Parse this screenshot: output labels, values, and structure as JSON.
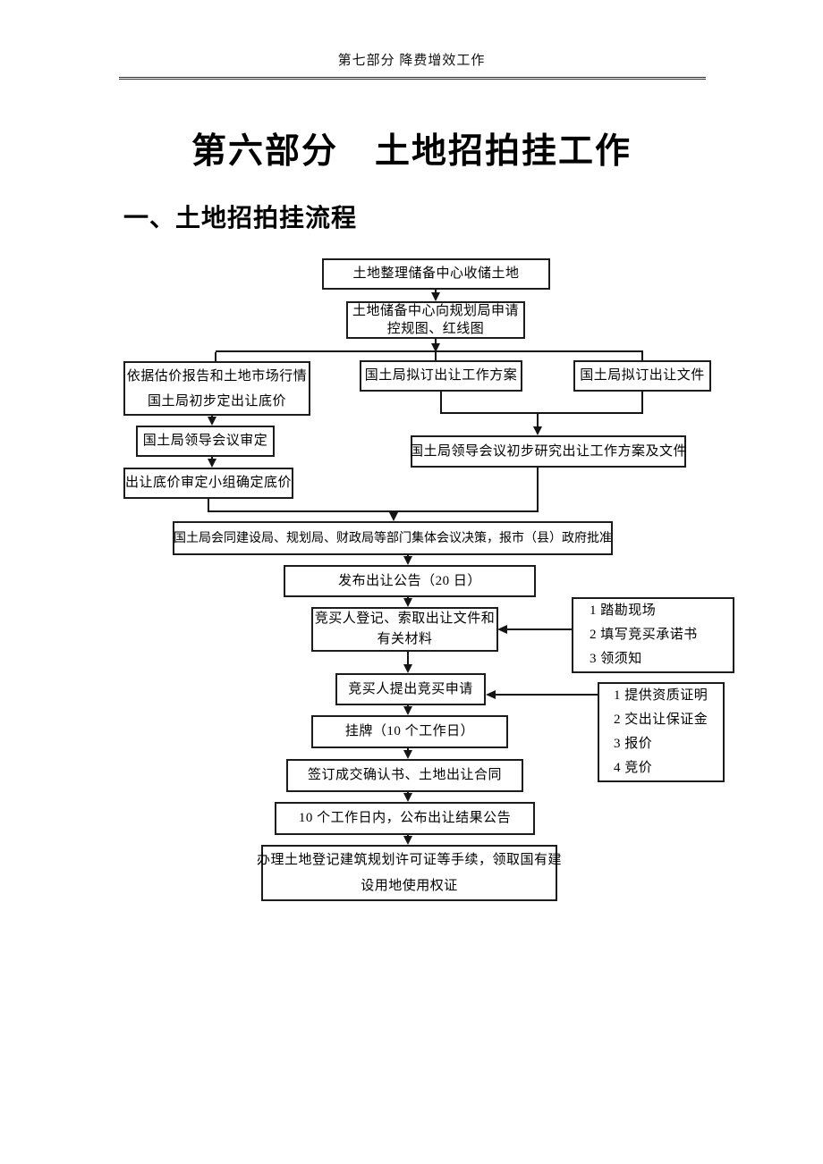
{
  "page": {
    "running_header": "第七部分 降费增效工作",
    "title": "第六部分　土地招拍挂工作",
    "section_heading": "一、土地招拍挂流程"
  },
  "colors": {
    "text": "#000000",
    "line": "#141414",
    "box_border": "#1c1c1c",
    "background": "#ffffff"
  },
  "flowchart": {
    "nodes": {
      "store_land": {
        "lines": [
          "土地整理储备中心收储土地"
        ]
      },
      "apply_maps": {
        "lines": [
          "土地储备中心向规划局申请",
          "控规图、红线图"
        ]
      },
      "set_base_price": {
        "lines": [
          "依据估价报告和土地市场行情",
          "国土局初步定出让底价"
        ]
      },
      "draft_work_plan": {
        "lines": [
          "国土局拟订出让工作方案"
        ]
      },
      "draft_documents": {
        "lines": [
          "国土局拟订出让文件"
        ]
      },
      "leader_review": {
        "lines": [
          "国土局领导会议审定"
        ]
      },
      "leader_study": {
        "lines": [
          "国土局领导会议初步研究出让工作方案及文件"
        ]
      },
      "confirm_base_price": {
        "lines": [
          "出让底价审定小组确定底价"
        ]
      },
      "joint_decision": {
        "lines": [
          "国土局会同建设局、规划局、财政局等部门集体会议决策，报市（县）政府批准"
        ]
      },
      "publish_notice": {
        "lines": [
          "发布出让公告（20 日）"
        ]
      },
      "bidder_register": {
        "lines": [
          "竞买人登记、索取出让文件和",
          "有关材料"
        ]
      },
      "bidder_apply": {
        "lines": [
          "竞买人提出竞买申请"
        ]
      },
      "listing": {
        "lines": [
          "挂牌（10 个工作日）"
        ]
      },
      "sign_contract": {
        "lines": [
          "签订成交确认书、土地出让合同"
        ]
      },
      "publish_result": {
        "lines": [
          "10 个工作日内，公布出让结果公告"
        ]
      },
      "registration": {
        "lines": [
          "办理土地登记建筑规划许可证等手续，领取国有建",
          "设用地使用权证"
        ]
      }
    },
    "side_notes": {
      "register_steps": {
        "lines": [
          "1 踏勘现场",
          "2 填写竞买承诺书",
          "3 领须知"
        ]
      },
      "apply_steps": {
        "lines": [
          "1 提供资质证明",
          "2 交出让保证金",
          "3 报价",
          "4 竞价"
        ]
      }
    }
  }
}
